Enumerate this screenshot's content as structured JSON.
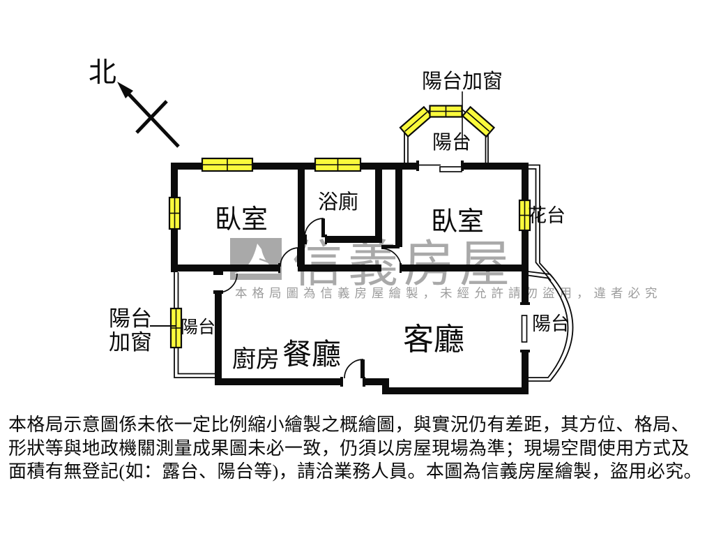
{
  "compass": {
    "north_label": "北"
  },
  "rooms": {
    "bedroom_left": "臥室",
    "bedroom_right": "臥室",
    "bathroom": "浴廁",
    "kitchen": "廚房",
    "dining": "餐廳",
    "living": "客廳",
    "balcony_top": "陽台",
    "balcony_left": "陽台",
    "balcony_right": "陽台",
    "flower_bed": "花台"
  },
  "annotations": {
    "balcony_top_window": "陽台加窗",
    "balcony_left_window_line1": "陽台",
    "balcony_left_window_line2": "加窗"
  },
  "watermark": {
    "brand": "信義房屋",
    "notice": "本格局圖為信義房屋繪製，未經允許請勿盜用，違者必究"
  },
  "disclaimer": {
    "lines": [
      "本格局示意圖係未依一定比例縮小繪製之概繪圖，與實況仍有差距，其方位、格局、",
      "形狀等與地政機關測量成果圖未必一致，仍須以房屋現場為準；現場空間使用方式及",
      "面積有無登記(如：露台、陽台等)，請洽業務人員。本圖為信義房屋繪製，盜用必究。"
    ]
  },
  "colors": {
    "wall": "#0b0b0b",
    "window_fill": "#FAFA3C",
    "watermark_gray": "#a9a9a9",
    "background": "#ffffff"
  }
}
